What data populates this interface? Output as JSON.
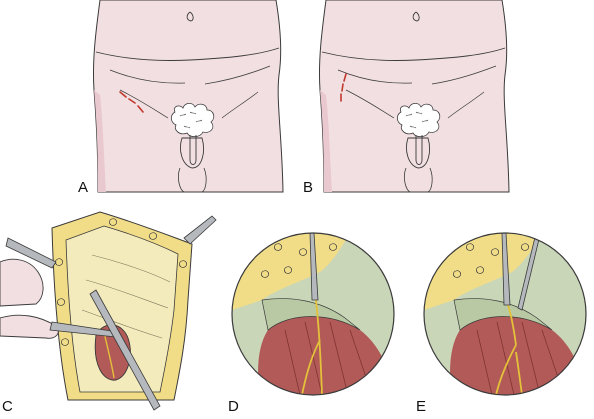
{
  "panels": [
    {
      "id": "A",
      "label": "A"
    },
    {
      "id": "B",
      "label": "B"
    },
    {
      "id": "C",
      "label": "C"
    },
    {
      "id": "D",
      "label": "D"
    },
    {
      "id": "E",
      "label": "E"
    }
  ],
  "colors": {
    "skin": "#f2dfe2",
    "skin_shadow": "#e9c9cf",
    "outline": "#3a3a3a",
    "incision": "#c0392b",
    "fat": "#f1dd88",
    "fascia": "#c9d6b8",
    "muscle": "#b15a58",
    "nerve": "#e3c13a",
    "instrument": "#b5b9bd"
  }
}
